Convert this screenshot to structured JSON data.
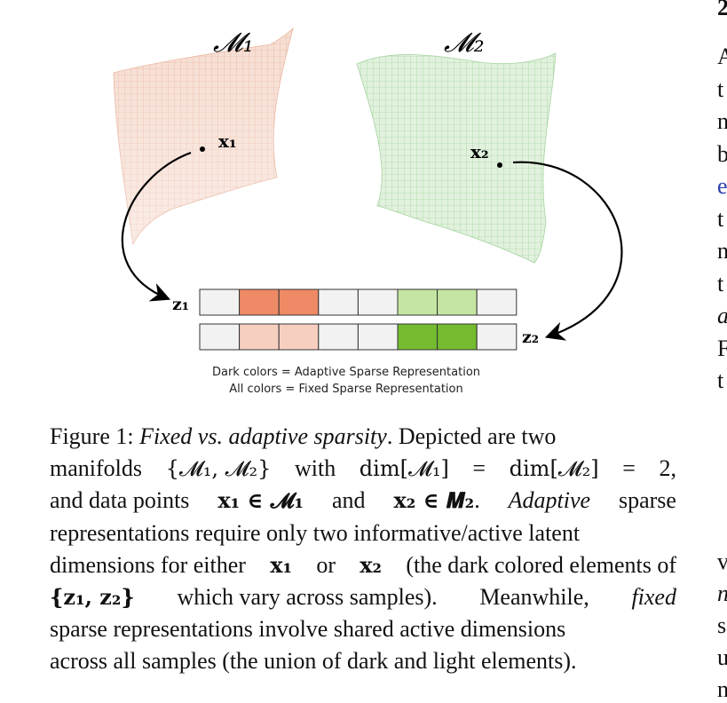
{
  "figure": {
    "manifold_labels": [
      "𝓜₁",
      "𝓜₂"
    ],
    "point_labels": [
      "x₁",
      "x₂"
    ],
    "vector_labels": [
      "z₁",
      "z₂"
    ],
    "colors": {
      "m1_surface": "#e6a98d",
      "m2_surface": "#8fc98b",
      "dark_red": "#ee8a66",
      "light_red": "#f7cfc1",
      "dark_green": "#74bb30",
      "light_green": "#c4e6a2",
      "empty_cell": "#f2f2f2"
    },
    "z1_cells": [
      "empty",
      "dark_red",
      "dark_red",
      "empty",
      "empty",
      "light_green",
      "light_green",
      "empty"
    ],
    "z2_cells": [
      "empty",
      "light_red",
      "light_red",
      "empty",
      "empty",
      "dark_green",
      "dark_green",
      "empty"
    ],
    "legend": [
      "Dark colors = Adaptive Sparse Representation",
      "All colors = Fixed Sparse Representation"
    ]
  },
  "caption": {
    "line1": [
      "Figure 1:",
      "Fixed vs. adaptive sparsity",
      ". Depicted are two"
    ],
    "line2": [
      "manifolds",
      "{𝓜₁, 𝓜₂}",
      "with",
      "dim[𝓜₁]",
      "=",
      "dim[𝓜₂]",
      "=",
      "2,"
    ],
    "line3": [
      "and data points",
      "x₁ ∈ 𝓜₁",
      "and",
      "x₂ ∈ 𝑴₂",
      ".",
      "Adaptive",
      "sparse"
    ],
    "line4": "representations require only two informative/active latent",
    "line5": [
      "dimensions for either",
      "x₁",
      "or",
      "x₂",
      "(the dark colored elements of"
    ],
    "line6": [
      "{z₁, z₂}",
      "which vary across samples).",
      "Meanwhile,",
      "fixed"
    ],
    "line7": "sparse representations involve shared active dimensions",
    "line8": "across all samples (the union of dark and light elements)."
  },
  "right_column": {
    "top": [
      "2",
      "A",
      "t",
      "n",
      "b",
      "e",
      "t",
      "n",
      "t",
      "a",
      "F",
      "t"
    ],
    "bottom": [
      "v",
      "n",
      "s",
      "u",
      "n"
    ]
  }
}
